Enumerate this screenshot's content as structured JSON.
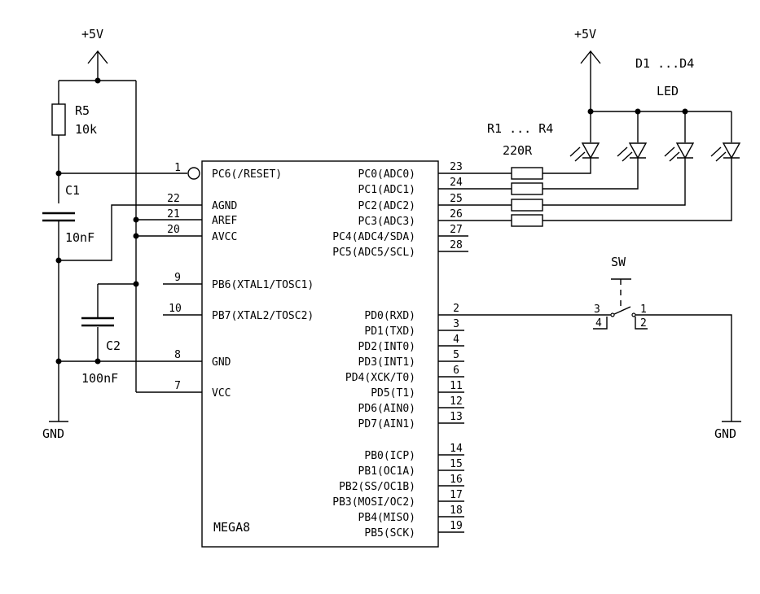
{
  "chip": {
    "name": "MEGA8",
    "left_pins": [
      {
        "num": "1",
        "label": "PC6(/RESET)"
      },
      {
        "num": "22",
        "label": "AGND"
      },
      {
        "num": "21",
        "label": "AREF"
      },
      {
        "num": "20",
        "label": "AVCC"
      },
      {
        "num": "9",
        "label": "PB6(XTAL1/TOSC1)"
      },
      {
        "num": "10",
        "label": "PB7(XTAL2/TOSC2)"
      },
      {
        "num": "8",
        "label": "GND"
      },
      {
        "num": "7",
        "label": "VCC"
      }
    ],
    "right_pins": [
      {
        "num": "23",
        "label": "PC0(ADC0)"
      },
      {
        "num": "24",
        "label": "PC1(ADC1)"
      },
      {
        "num": "25",
        "label": "PC2(ADC2)"
      },
      {
        "num": "26",
        "label": "PC3(ADC3)"
      },
      {
        "num": "27",
        "label": "PC4(ADC4/SDA)"
      },
      {
        "num": "28",
        "label": "PC5(ADC5/SCL)"
      },
      {
        "num": "2",
        "label": "PD0(RXD)"
      },
      {
        "num": "3",
        "label": "PD1(TXD)"
      },
      {
        "num": "4",
        "label": "PD2(INT0)"
      },
      {
        "num": "5",
        "label": "PD3(INT1)"
      },
      {
        "num": "6",
        "label": "PD4(XCK/T0)"
      },
      {
        "num": "11",
        "label": "PD5(T1)"
      },
      {
        "num": "12",
        "label": "PD6(AIN0)"
      },
      {
        "num": "13",
        "label": "PD7(AIN1)"
      },
      {
        "num": "14",
        "label": "PB0(ICP)"
      },
      {
        "num": "15",
        "label": "PB1(OC1A)"
      },
      {
        "num": "16",
        "label": "PB2(SS/OC1B)"
      },
      {
        "num": "17",
        "label": "PB3(MOSI/OC2)"
      },
      {
        "num": "18",
        "label": "PB4(MISO)"
      },
      {
        "num": "19",
        "label": "PB5(SCK)"
      }
    ]
  },
  "components": {
    "r5": {
      "name": "R5",
      "value": "10k"
    },
    "c1": {
      "name": "C1",
      "value": "10nF"
    },
    "c2": {
      "name": "C2",
      "value": "100nF"
    },
    "r1_r4": {
      "name": "R1 ... R4",
      "value": "220R"
    },
    "leds": {
      "name": "D1 ...D4",
      "value": "LED"
    },
    "switch": {
      "name": "SW",
      "pins": [
        "3",
        "1",
        "4",
        "2"
      ]
    }
  },
  "power": {
    "vcc_left": "+5V",
    "vcc_right": "+5V",
    "gnd_left": "GND",
    "gnd_right": "GND"
  }
}
